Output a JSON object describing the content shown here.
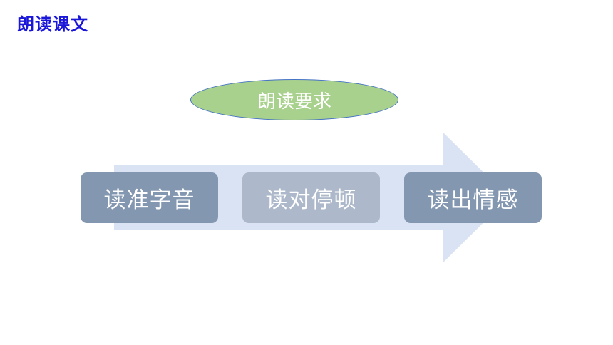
{
  "title": "朗读课文",
  "header": "朗读要求",
  "steps": [
    {
      "label": "读准字音"
    },
    {
      "label": "读对停顿"
    },
    {
      "label": "读出情感"
    }
  ],
  "colors": {
    "title": "#1a17d9",
    "oval_fill": "#a9d18e",
    "oval_border": "#4472c4",
    "arrow": "#dae3f3",
    "step_dark": "#8497b0",
    "step_light": "#adb9ca",
    "text": "#ffffff"
  }
}
